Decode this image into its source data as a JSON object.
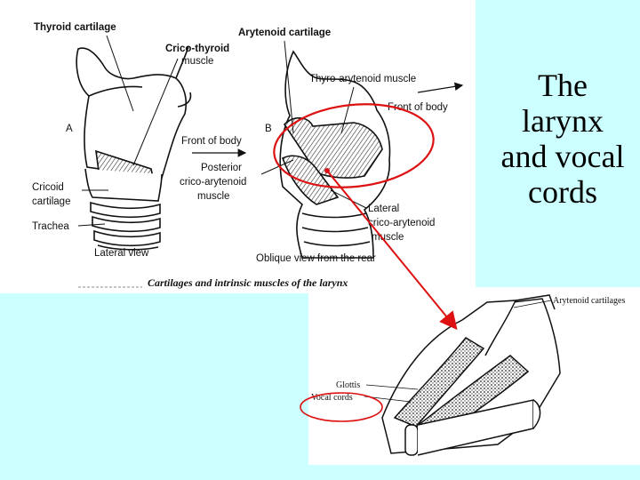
{
  "title": {
    "line1": "The",
    "line2": "larynx",
    "line3": "and vocal",
    "line4": "cords"
  },
  "figure_top": {
    "labels": {
      "thyroid_cartilage": "Thyroid cartilage",
      "crico_thyroid": "Crico-thyroid",
      "muscle": "muscle",
      "arytenoid_cartilage": "Arytenoid cartilage",
      "thyro_arytenoid": "Thyro-arytenoid muscle",
      "front_of_body_right": "Front of body",
      "panel_a": "A",
      "panel_b": "B",
      "front_of_body_mid": "Front of body",
      "posterior": "Posterior",
      "crico_arytenoid": "crico-arytenoid",
      "muscle2": "muscle",
      "cricoid": "Cricoid",
      "cartilage": "cartilage",
      "trachea": "Trachea",
      "lateral": "Lateral",
      "crico_arytenoid2": "crico-arytenoid",
      "muscle3": "muscle",
      "lateral_view": "Lateral view",
      "oblique_view": "Oblique view from the rear",
      "caption": "Cartilages and intrinsic muscles of the larynx"
    }
  },
  "figure_bottom": {
    "labels": {
      "arytenoid_cartilages": "Arytenoid cartilages",
      "glottis": "Glottis",
      "vocal_cords": "Vocal cords"
    }
  },
  "colors": {
    "background": "#ccffff",
    "annotation": "#dd1111"
  }
}
